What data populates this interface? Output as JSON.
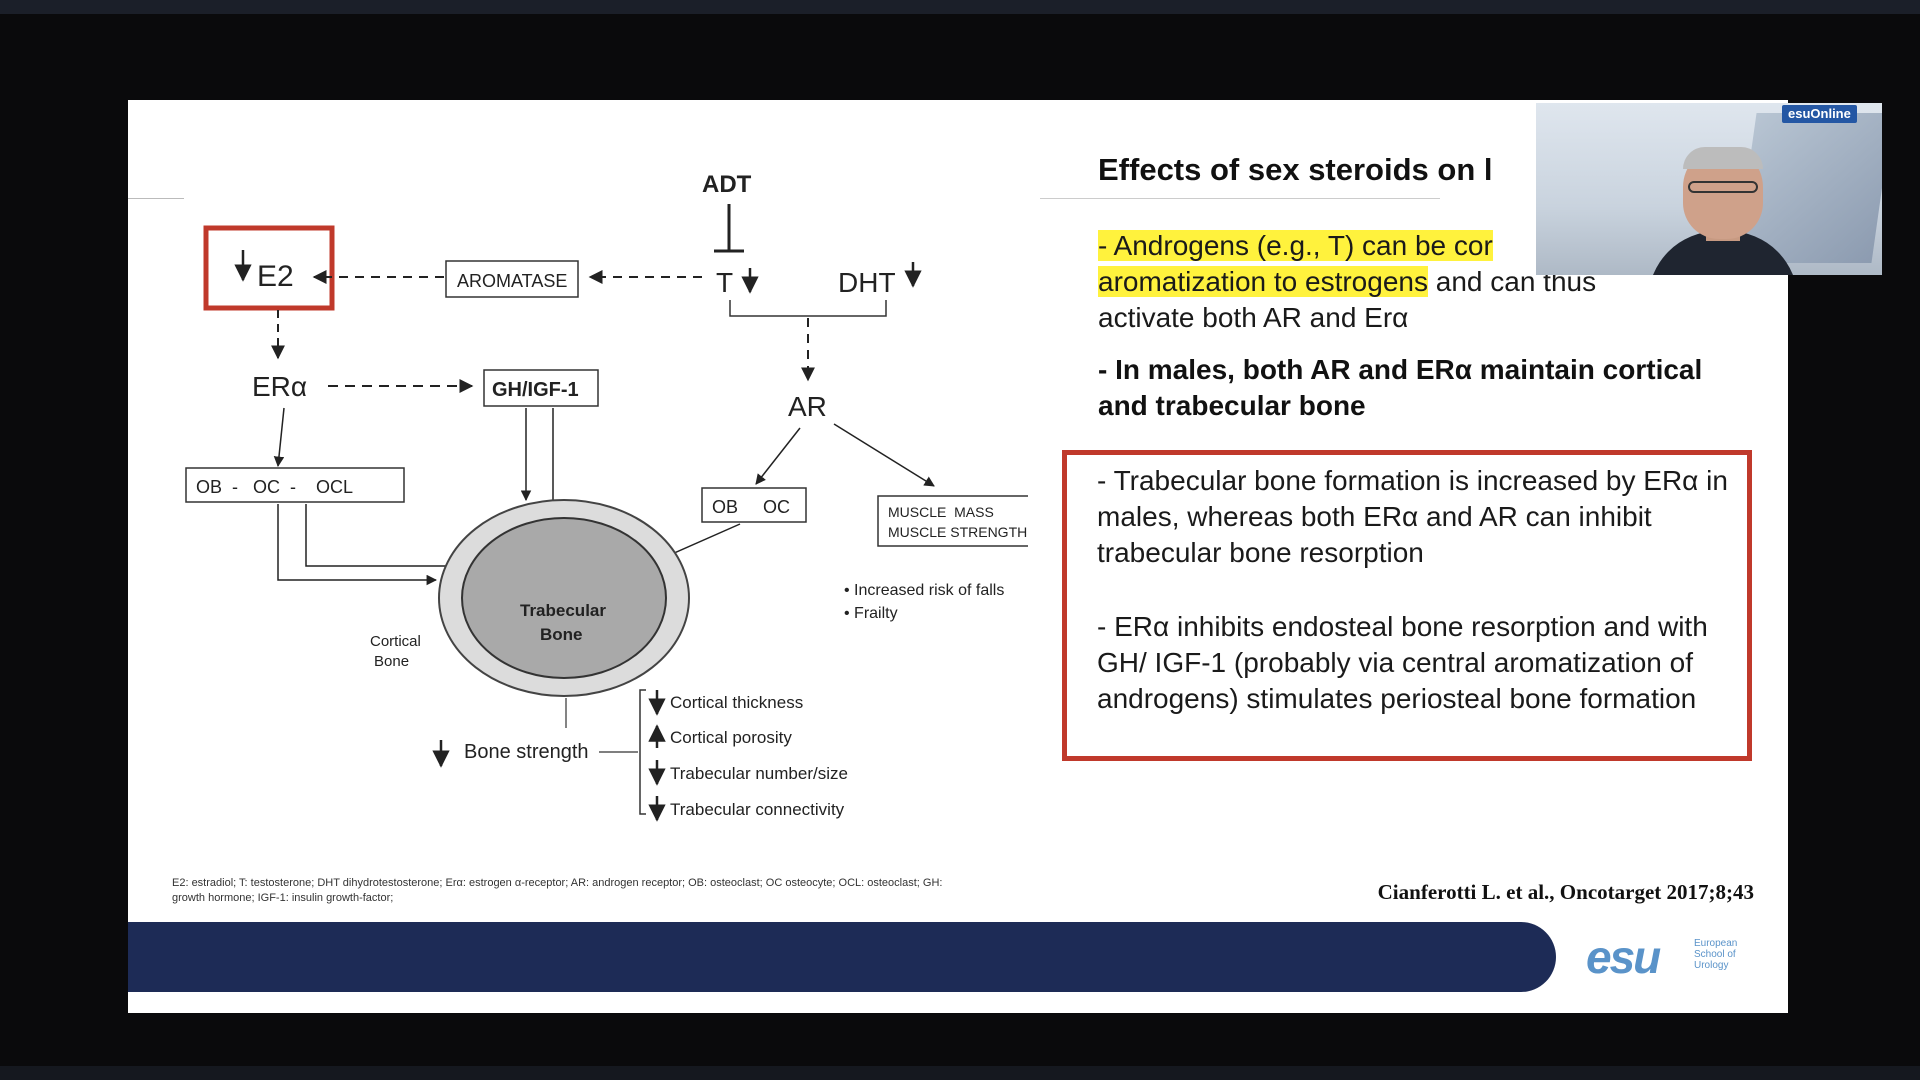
{
  "slide": {
    "title": "Effects of sex steroids on l",
    "para1_highlight_a": "- Androgens (e.g., T) can be cor",
    "para1_highlight_b": "aromatization to estrogens",
    "para1_rest_a": " and can thus",
    "para1_rest_b": "activate both AR and Erα",
    "para2": "- In males, both AR and ERα maintain cortical and trabecular bone",
    "box_para1": "- Trabecular bone formation is increased by ERα in males, whereas both ERα and AR can inhibit trabecular bone resorption",
    "box_para2": "- ERα inhibits endosteal bone resorption and with GH/ IGF-1 (probably via central aromatization of androgens) stimulates periosteal bone formation",
    "abbreviations": "E2: estradiol; T: testosterone; DHT dihydrotestosterone; Erα: estrogen α-receptor; AR: androgen receptor; OB: osteoclast; OC osteocyte; OCL: osteoclast; GH: growth hormone; IGF-1: insulin growth-factor;",
    "citation": "Cianferotti L. et al., Oncotarget 2017;8;43"
  },
  "diagram": {
    "adt": "ADT",
    "e2": "E2",
    "aromatase": "AROMATASE",
    "t": "T",
    "dht": "DHT",
    "era": "ERα",
    "gh_igf": "GH/IGF-1",
    "ar": "AR",
    "ob_oc_ocl": "OB  -   OC  -    OCL",
    "ob_oc": "OB     OC",
    "muscle_mass": "MUSCLE  MASS",
    "muscle_strength": "MUSCLE STRENGTH",
    "risk_falls": "• Increased risk of falls",
    "frailty": "• Frailty",
    "trabecular_1": "Trabecular",
    "trabecular_2": "Bone",
    "cortical_1": "Cortical",
    "cortical_2": "Bone",
    "bone_strength": "Bone strength",
    "effects": [
      "Cortical thickness",
      "Cortical porosity",
      "Trabecular number/size",
      "Trabecular connectivity"
    ]
  },
  "footer": {
    "logo_word": "esu",
    "logo_sub_1": "European",
    "logo_sub_2": "School of",
    "logo_sub_3": "Urology"
  },
  "overlay": {
    "badge": "esuOnline"
  },
  "colors": {
    "accent_red": "#c0392b",
    "highlight": "#fff23d",
    "footer_navy": "#1d2b56",
    "logo_blue": "#5a93c9"
  }
}
